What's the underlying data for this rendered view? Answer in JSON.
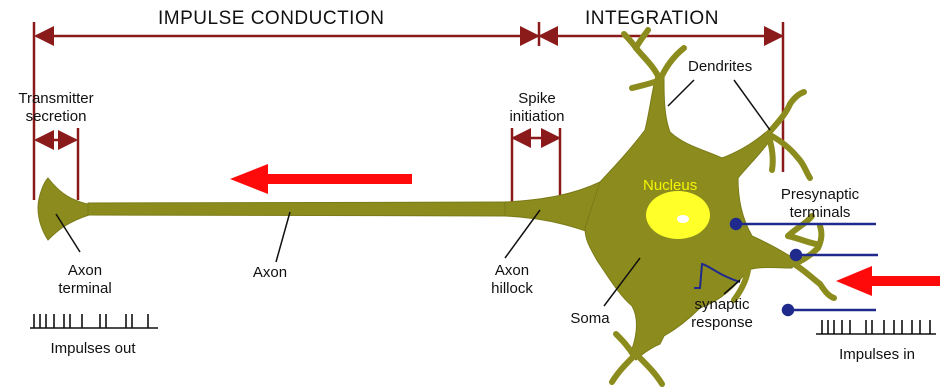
{
  "headings": {
    "impulse_conduction": "IMPULSE CONDUCTION",
    "integration": "INTEGRATION"
  },
  "labels": {
    "transmitter_line1": "Transmitter",
    "transmitter_line2": "secretion",
    "spike_line1": "Spike",
    "spike_line2": "initiation",
    "dendrites": "Dendrites",
    "nucleus": "Nucleus",
    "presynaptic_line1": "Presynaptic",
    "presynaptic_line2": "terminals",
    "axon_terminal_line1": "Axon",
    "axon_terminal_line2": "terminal",
    "axon": "Axon",
    "axon_hillock_line1": "Axon",
    "axon_hillock_line2": "hillock",
    "soma": "Soma",
    "synaptic_line1": "synaptic",
    "synaptic_line2": "response",
    "impulses_out": "Impulses out",
    "impulses_in": "Impulses in"
  },
  "colors": {
    "neuron_body": "#8c8c1e",
    "nucleus_fill": "#ffff2a",
    "dimension_lines": "#8b1a1a",
    "presynaptic_terminals": "#1f2a8c",
    "direction_arrows": "#ff0a0a",
    "labels": "#111111"
  }
}
